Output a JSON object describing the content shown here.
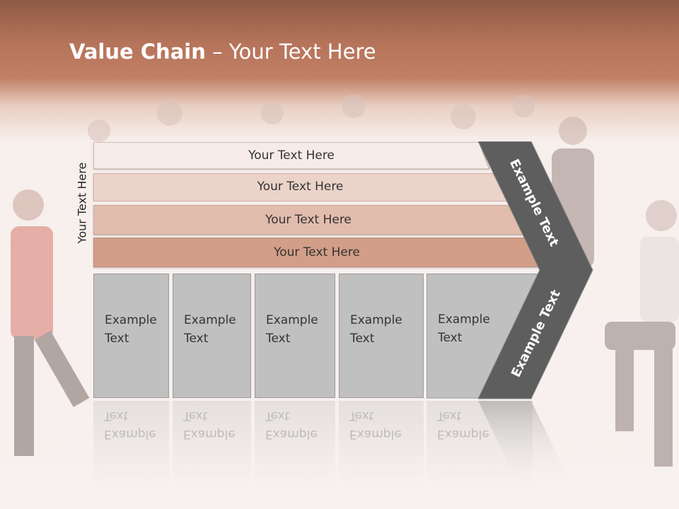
{
  "slide": {
    "title_bold": "Value Chain",
    "title_rest": " – Your Text Here",
    "vertical_label": "Your Text Here",
    "bars": [
      {
        "label": "Your Text Here",
        "color": "#f6ebe8"
      },
      {
        "label": "Your Text Here",
        "color": "#ecd3ca"
      },
      {
        "label": "Your Text Here",
        "color": "#e2bcad"
      },
      {
        "label": "Your Text Here",
        "color": "#d39e87"
      }
    ],
    "columns": [
      {
        "line1": "Example",
        "line2": "Text"
      },
      {
        "line1": "Example",
        "line2": "Text"
      },
      {
        "line1": "Example",
        "line2": "Text"
      },
      {
        "line1": "Example",
        "line2": "Text"
      },
      {
        "line1": "Example",
        "line2": "Text"
      }
    ],
    "chevron_upper_text": "Example Text",
    "chevron_lower_text": "Example Text",
    "colors": {
      "header": "#b5735a",
      "column": "#c0c0c0",
      "chevron": "#5e5e5e"
    }
  }
}
